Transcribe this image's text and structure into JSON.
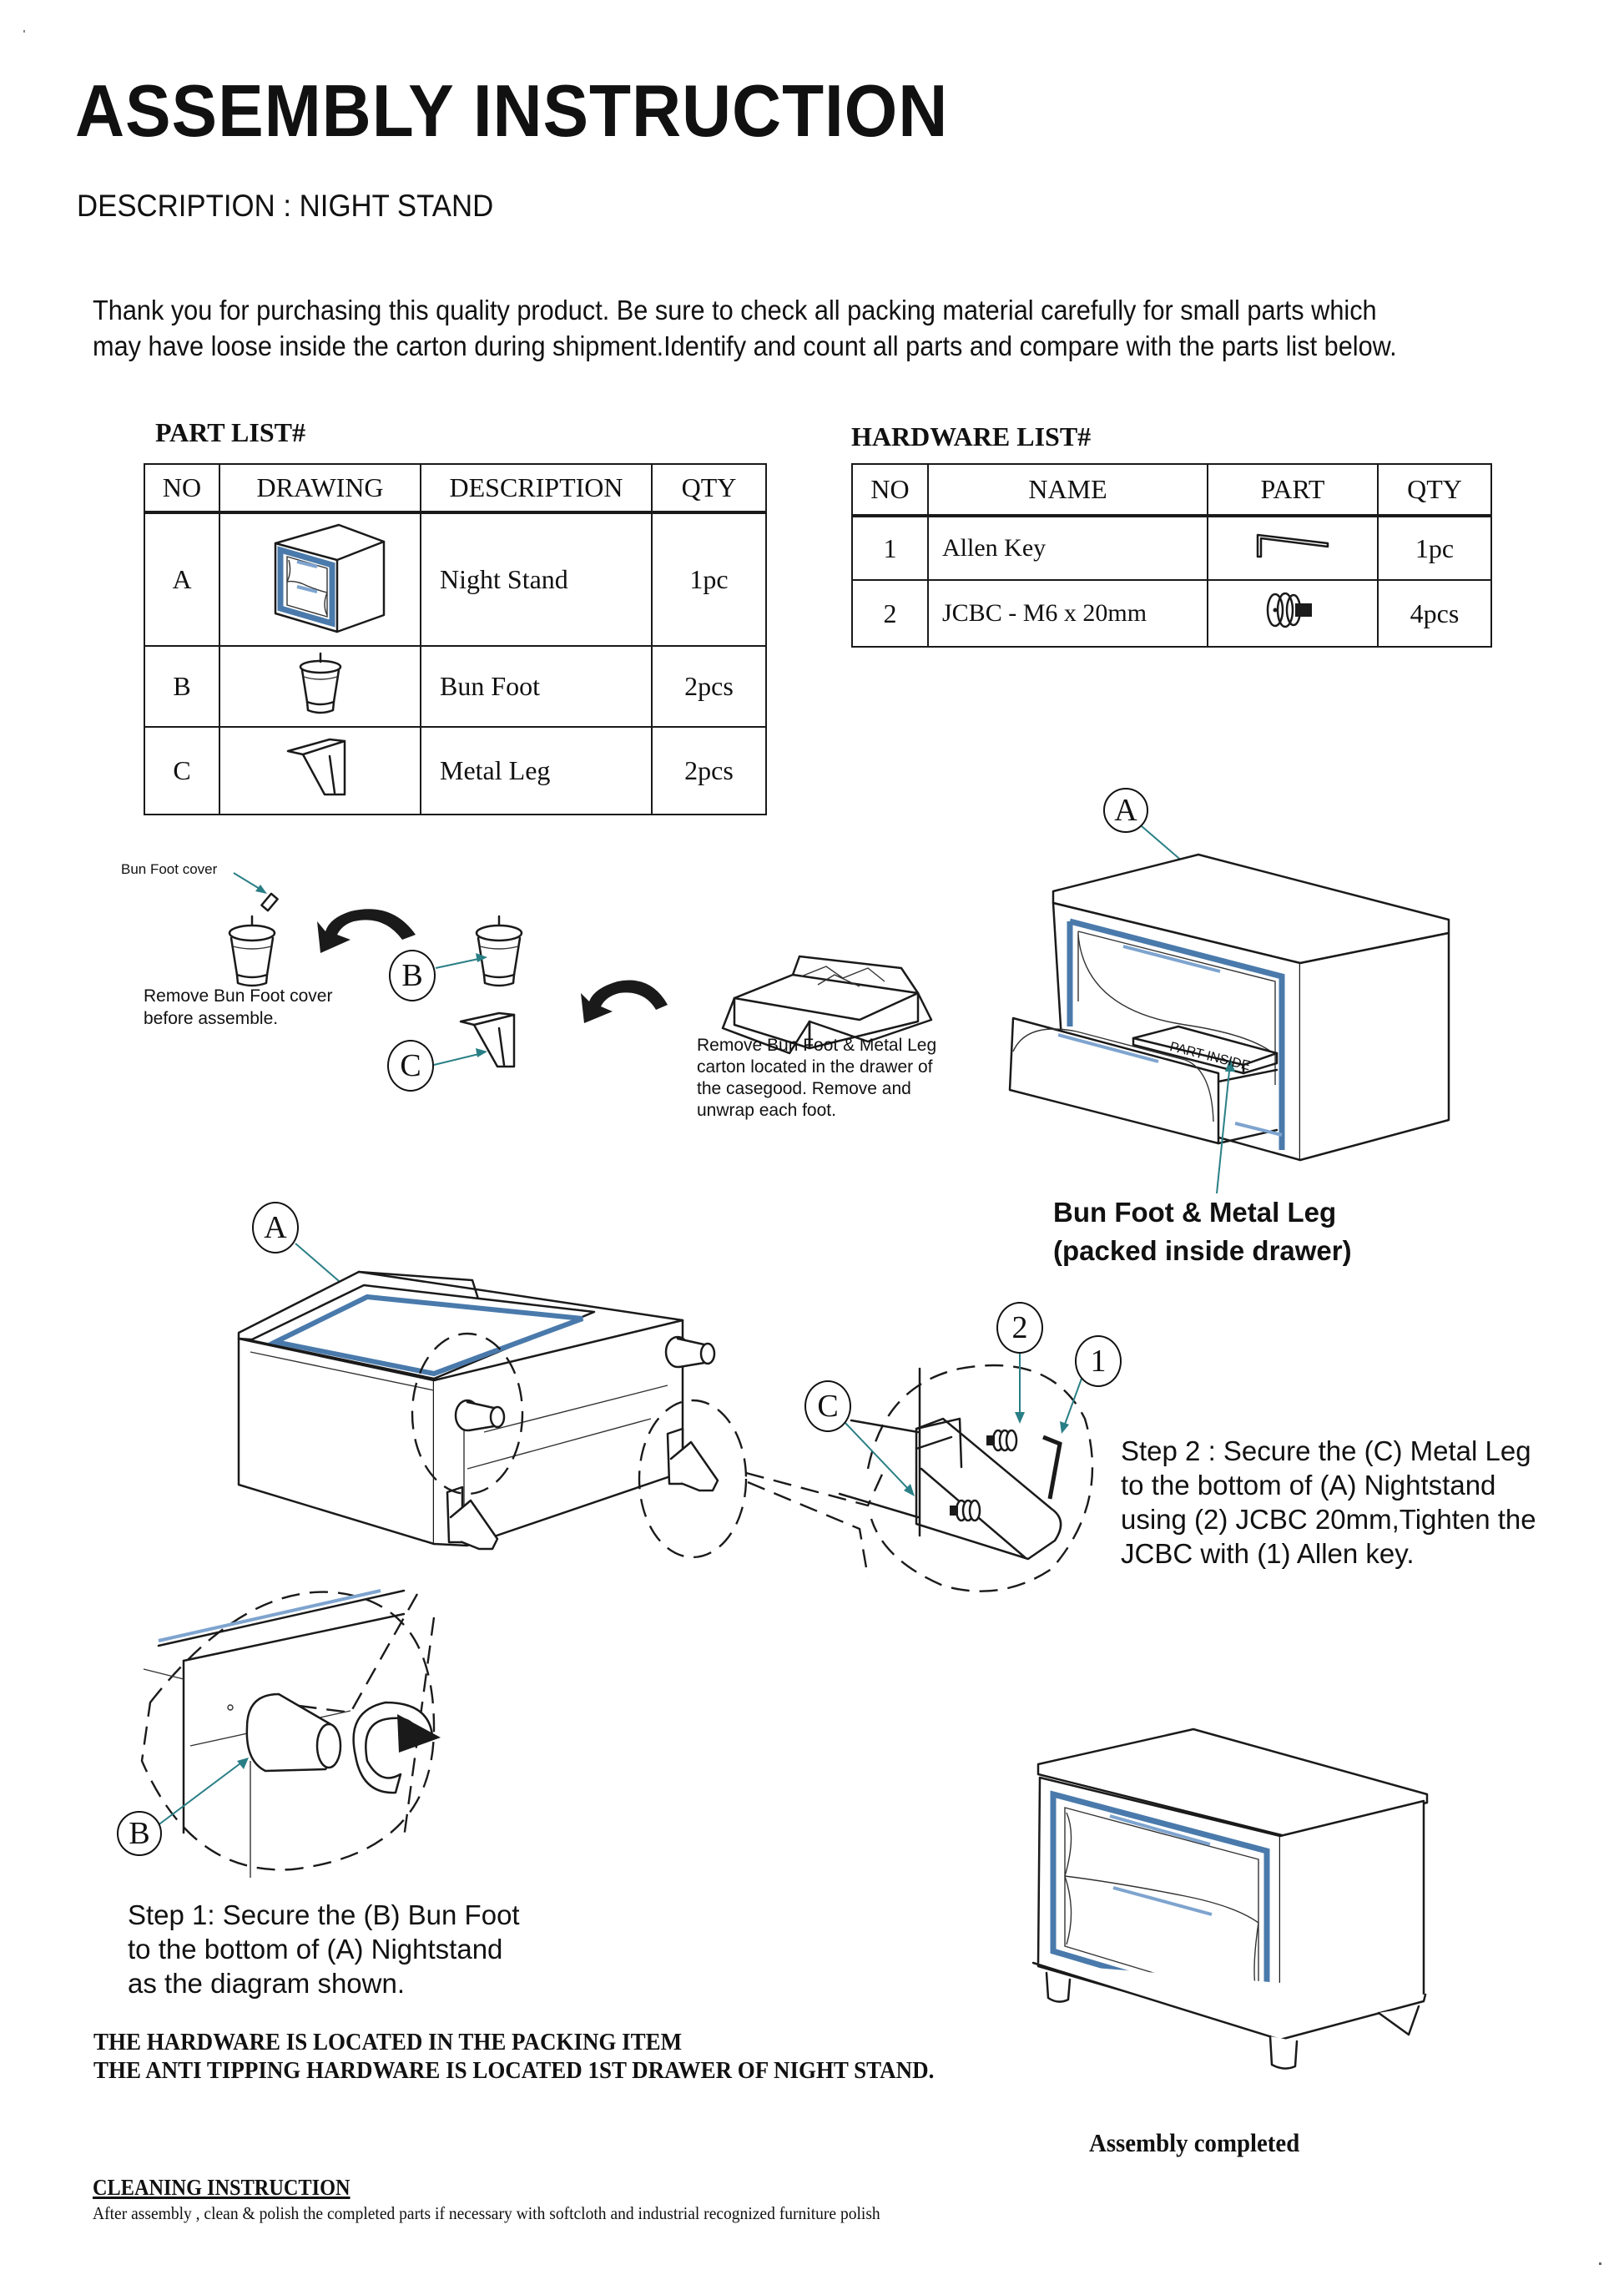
{
  "document": {
    "title": "ASSEMBLY INSTRUCTION",
    "description": "DESCRIPTION : NIGHT STAND",
    "intro_lines": [
      "Thank you for purchasing this quality product. Be sure to check all packing material carefully for small parts which",
      "may have loose inside the carton during shipment.Identify and count all parts and compare with the parts list below."
    ]
  },
  "part_list": {
    "title": "PART LIST#",
    "headers": [
      "NO",
      "DRAWING",
      "DESCRIPTION",
      "QTY"
    ],
    "rows": [
      {
        "no": "A",
        "drawing_icon": "nightstand-icon",
        "description": "Night Stand",
        "qty": "1pc"
      },
      {
        "no": "B",
        "drawing_icon": "bun-foot-icon",
        "description": "Bun Foot",
        "qty": "2pcs"
      },
      {
        "no": "C",
        "drawing_icon": "metal-leg-icon",
        "description": "Metal Leg",
        "qty": "2pcs"
      }
    ]
  },
  "hardware_list": {
    "title": "HARDWARE LIST#",
    "headers": [
      "NO",
      "NAME",
      "PART",
      "QTY"
    ],
    "rows": [
      {
        "no": "1",
        "name": "Allen Key",
        "part_icon": "allen-key-icon",
        "qty": "1pc"
      },
      {
        "no": "2",
        "name": "JCBC - M6 x 20mm",
        "part_icon": "bolt-washer-icon",
        "qty": "4pcs"
      }
    ]
  },
  "unpacking": {
    "bun_foot_cover_label": "Bun Foot cover",
    "remove_cover_lines": [
      "Remove Bun Foot cover",
      "before assemble."
    ],
    "callout_b": "B",
    "callout_c": "C",
    "carton_lines": [
      "Remove Bun Foot & Metal Leg",
      "carton located in the drawer of",
      "the casegood. Remove and",
      "unwrap each foot."
    ],
    "callout_a": "A",
    "part_inside_label": "PART INSIDE",
    "packed_lines": [
      "Bun Foot & Metal Leg",
      "(packed inside drawer)"
    ]
  },
  "step1": {
    "callout_a": "A",
    "callout_b": "B",
    "lines": [
      "Step 1: Secure the (B) Bun Foot",
      "to the bottom of (A) Nightstand",
      "as the diagram shown."
    ]
  },
  "step2": {
    "callout_c": "C",
    "callout_2": "2",
    "callout_1": "1",
    "lines": [
      "Step 2 : Secure the (C) Metal Leg",
      "to the bottom of (A) Nightstand",
      "using (2) JCBC 20mm,Tighten the",
      "JCBC with (1) Allen key."
    ]
  },
  "notes": {
    "hardware_lines": [
      "THE HARDWARE IS LOCATED IN THE PACKING ITEM",
      "THE ANTI TIPPING HARDWARE IS LOCATED 1ST DRAWER OF NIGHT STAND."
    ],
    "assembly_completed": "Assembly completed"
  },
  "cleaning": {
    "title": "CLEANING INSTRUCTION",
    "body": "After assembly , clean & polish the completed parts if necessary with softcloth and industrial recognized furniture polish"
  },
  "colors": {
    "frame_blue": "#4a7aab",
    "leader_teal": "#2a7f86",
    "ink": "#1a1a1a"
  }
}
